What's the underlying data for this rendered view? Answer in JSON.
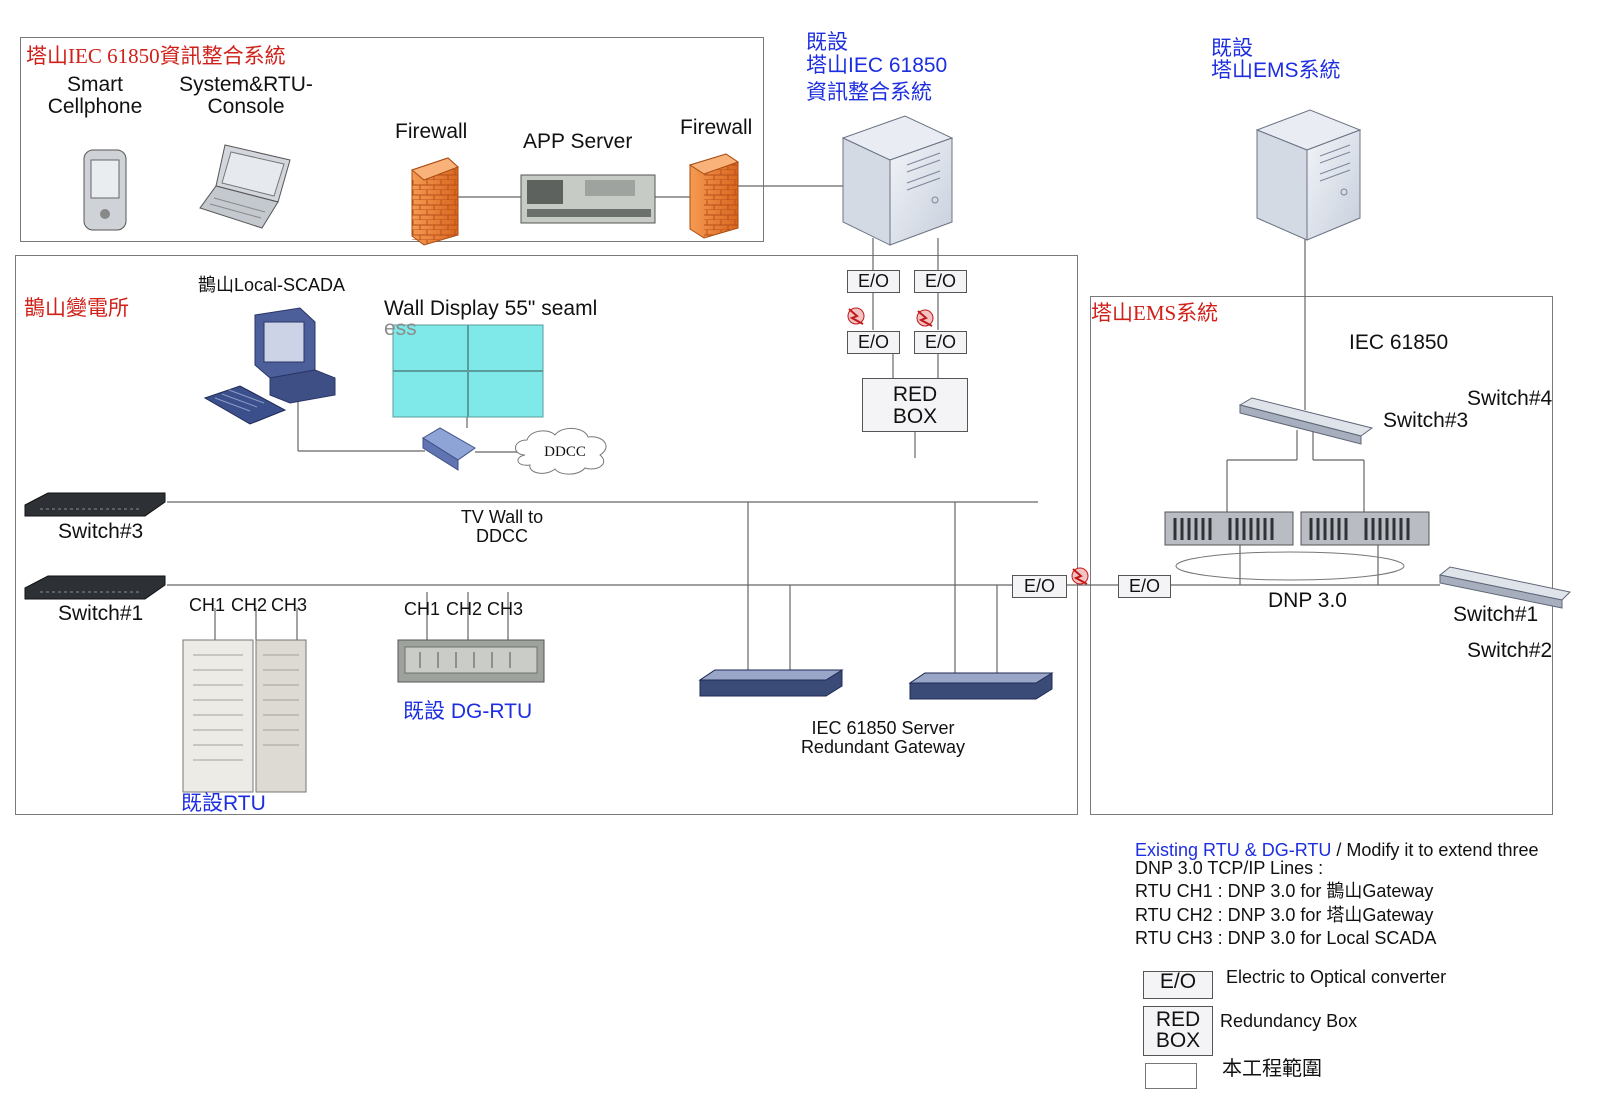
{
  "regions": {
    "top": {
      "title": "塔山IEC 61850資訊整合系統"
    },
    "substation": {
      "title": "鵲山變電所"
    },
    "ems": {
      "title": "塔山EMS系統"
    }
  },
  "top_devices": {
    "smart_cellphone": "Smart\nCellphone",
    "console": "System&RTU-\nConsole",
    "firewall_left": "Firewall",
    "app_server": "APP Server",
    "firewall_right": "Firewall"
  },
  "existing_iec_server": {
    "line1": "既設",
    "line2": "塔山IEC 61850",
    "line3": "資訊整合系統"
  },
  "existing_ems": {
    "line1": "既設",
    "line2": "塔山EMS系統"
  },
  "local_scada": "鵲山Local-SCADA",
  "wall_display": "Wall Display  55\" seaml",
  "wall_display_cont": "ess",
  "ddcc": "DDCC",
  "eo_label": "E/O",
  "red_box": "RED\nBOX",
  "switch3_left": "Switch#3",
  "switch1_left": "Switch#1",
  "tv_wall": "TV Wall to\nDDCC",
  "rtu_channels": [
    "CH1",
    "CH2",
    "CH3"
  ],
  "dgrtu_channels": [
    "CH1",
    "CH2",
    "CH3"
  ],
  "existing_rtu": "既設RTU",
  "existing_dgrtu": "既設 DG-RTU",
  "gateway": "IEC 61850 Server\nRedundant Gateway",
  "ems_area": {
    "iec61850": "IEC 61850",
    "switch4": "Switch#4",
    "switch3": "Switch#3",
    "dnp": "DNP 3.0",
    "switch1": "Switch#1",
    "switch2": "Switch#2"
  },
  "notes": {
    "intro_blue": "Existing RTU & DG-RTU",
    "intro_rest": " / Modify it to extend three",
    "line2": "DNP 3.0 TCP/IP Lines :",
    "line3": "RTU CH1 : DNP 3.0 for 鵲山Gateway",
    "line4": "RTU CH2 : DNP 3.0 for 塔山Gateway",
    "line5": "RTU CH3 : DNP 3.0 for Local SCADA"
  },
  "legend": {
    "eo_box": "E/O",
    "eo_desc": "Electric to Optical converter",
    "red_box": "RED\nBOX",
    "red_desc": "Redundancy Box",
    "scope_desc": "本工程範圍"
  },
  "colors": {
    "region_title": "#d0201a",
    "existing_text": "#1d2ee0",
    "line": "#6e6e6e",
    "firewall": "#e8772e",
    "monitor_blue": "#3b4f8c",
    "wall_display": "#7fe8e8"
  }
}
